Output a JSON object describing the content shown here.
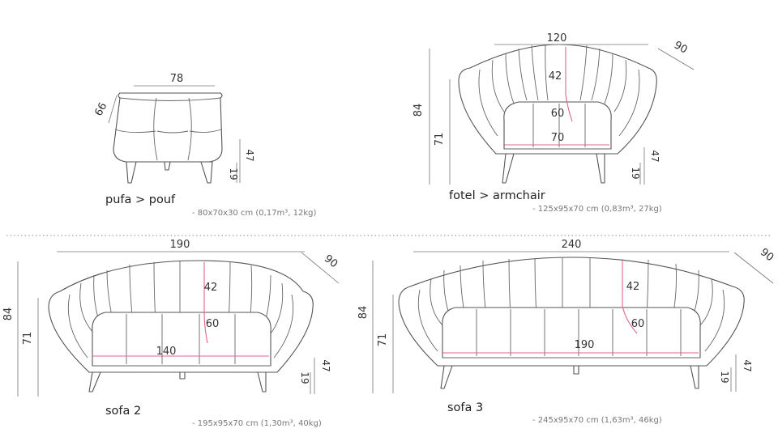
{
  "pouf": {
    "name": "pufa > pouf",
    "spec": "- 80x70x30 cm (0,17m³, 12kg)",
    "width": "78",
    "depth": "66",
    "height": "47",
    "leg": "19"
  },
  "armchair": {
    "name": "fotel > armchair",
    "spec": "- 125x95x70 cm (0,83m³, 27kg)",
    "width": "120",
    "depth": "90",
    "total_height": "84",
    "arm_height": "71",
    "back": "42",
    "seat_depth": "60",
    "seat_width": "70",
    "height": "47",
    "leg": "19"
  },
  "sofa2": {
    "name": "sofa 2",
    "spec": "- 195x95x70 cm (1,30m³, 40kg)",
    "width": "190",
    "depth": "90",
    "total_height": "84",
    "arm_height": "71",
    "back": "42",
    "seat_depth": "60",
    "seat_width": "140",
    "height": "47",
    "leg": "19"
  },
  "sofa3": {
    "name": "sofa 3",
    "spec": "- 245x95x70 cm (1,63m³, 46kg)",
    "width": "240",
    "depth": "90",
    "total_height": "84",
    "arm_height": "71",
    "back": "42",
    "seat_depth": "60",
    "seat_width": "190",
    "height": "47",
    "leg": "19"
  },
  "colors": {
    "outline": "#555555",
    "accent": "#e0648c",
    "text": "#333333"
  }
}
